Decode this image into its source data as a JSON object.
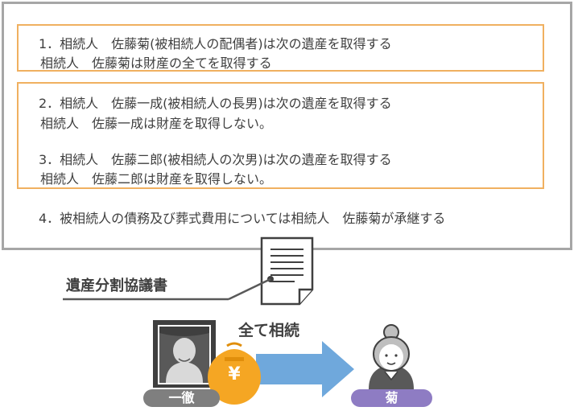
{
  "clauses": {
    "c1_line1": "1．相続人　佐藤菊(被相続人の配偶者)は次の遺産を取得する",
    "c1_line2": "相続人　佐藤菊は財産の全てを取得する",
    "c2_line1": "2．相続人　佐藤一成(被相続人の長男)は次の遺産を取得する",
    "c2_line2": "相続人　佐藤一成は財産を取得しない。",
    "c3_line1": "3．相続人　佐藤二郎(被相続人の次男)は次の遺産を取得する",
    "c3_line2": "相続人　佐藤二郎は財産を取得しない。",
    "c4_line1": "4．被相続人の債務及び葬式費用については相続人　佐藤菊が承継する"
  },
  "document_title": "遺産分割協議書",
  "transfer_caption": "全て相続",
  "deceased_name": "一徹",
  "heir_name": "菊",
  "money_symbol": "¥",
  "colors": {
    "frame": "#a6a6a6",
    "highlight_border": "#f0b060",
    "arrow": "#6fa8dc",
    "money_bag": "#f5a623",
    "deceased_badge": "#7f7f7f",
    "heir_badge": "#8e7cc3"
  },
  "icons": [
    "document-icon",
    "deceased-portrait-icon",
    "money-bag-icon",
    "arrow-right-icon",
    "heir-icon"
  ]
}
